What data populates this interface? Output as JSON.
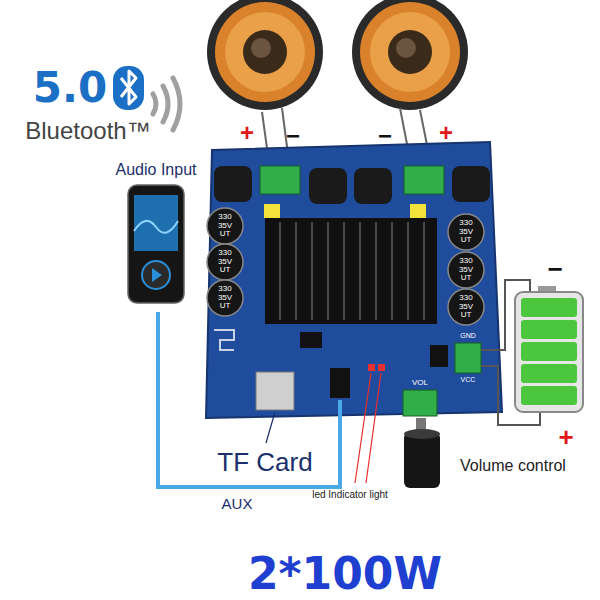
{
  "diagram": {
    "title": "2*100W",
    "nodes": [
      {
        "text": [
          "Audio Input"
        ]
      }
    ],
    "labels": [
      "5.0",
      "Bluetooth™",
      "+",
      "−",
      "−",
      "+",
      "330 35V UT",
      "330 35V UT",
      "330 35V UT",
      "330 35V UT",
      "330 35V UT",
      "330 35V UT",
      "VOL",
      "GND",
      "VCC",
      "TF Card",
      "AUX",
      "led Indicator light",
      "Volume control",
      "−",
      "+"
    ]
  }
}
